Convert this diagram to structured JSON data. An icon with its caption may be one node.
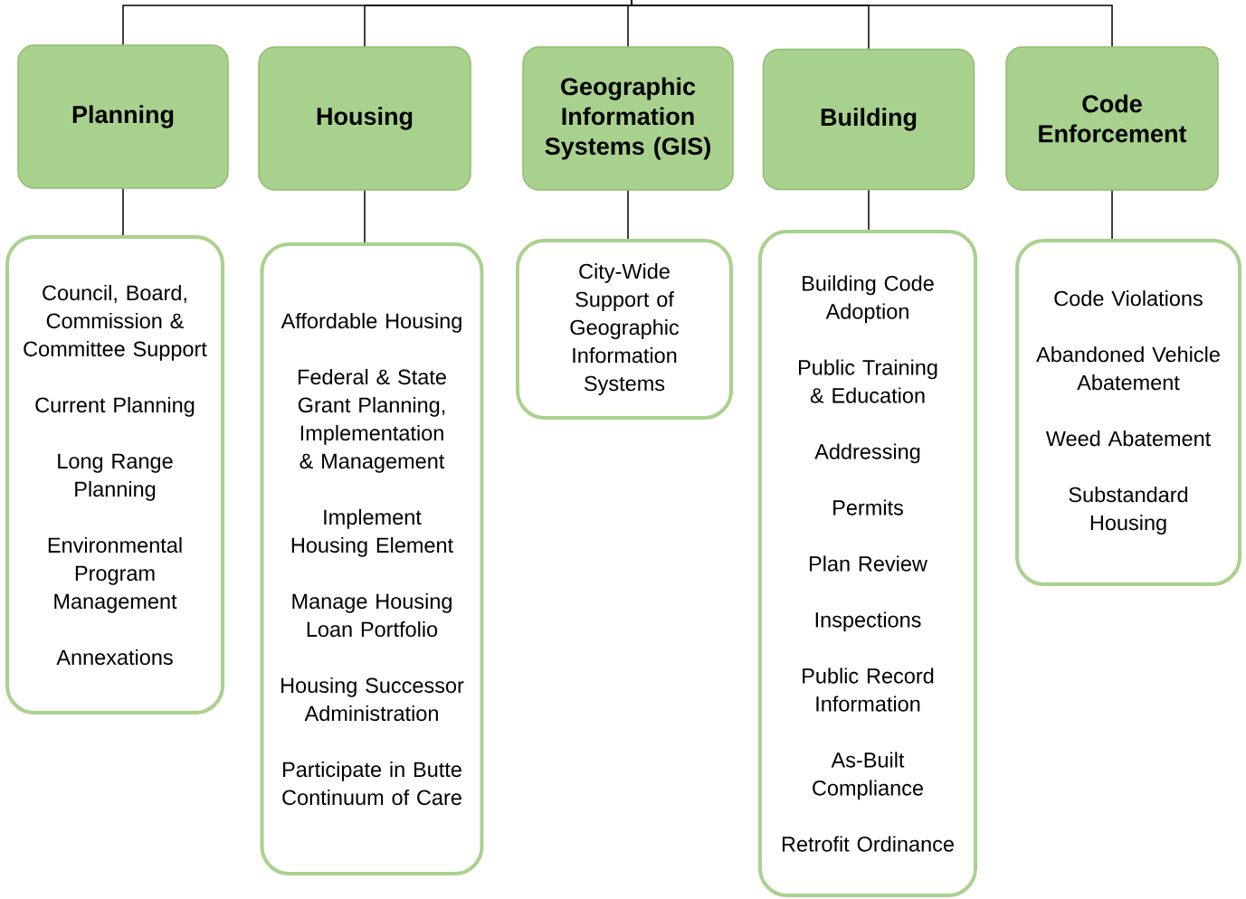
{
  "diagram": {
    "nodes": [
      {
        "text": [
          "Planning"
        ]
      },
      {
        "text": [
          "Housing"
        ]
      },
      {
        "text": [
          "Geographic Information Systems (GIS)"
        ]
      },
      {
        "text": [
          "Building"
        ]
      },
      {
        "text": [
          "Code Enforcement"
        ]
      },
      {
        "text": [
          "Council, Board, Commission & Committee Support",
          "Current Planning",
          "Long Range Planning",
          "Environmental Program Management",
          "Annexations"
        ]
      },
      {
        "text": [
          "Affordable Housing",
          "Federal & State Grant Planning, Implementation & Management",
          "Implement Housing Element",
          "Manage Housing Loan Portfolio",
          "Housing Successor Administration",
          "Participate in Butte Continuum of Care"
        ]
      },
      {
        "text": [
          "City-Wide Support of Geographic Information Systems"
        ]
      },
      {
        "text": [
          "Building Code Adoption",
          "Public Training & Education",
          "Addressing",
          "Permits",
          "Plan Review",
          "Inspections",
          "Public Record Information",
          "As-Built Compliance",
          "Retrofit Ordinance"
        ]
      },
      {
        "text": [
          "Code Violations",
          "Abandoned Vehicle Abatement",
          "Weed Abatement",
          "Substandard Housing"
        ]
      }
    ],
    "edges": [
      {
        "from": null,
        "to": 0,
        "arrow": "none"
      },
      {
        "from": null,
        "to": 1,
        "arrow": "none"
      },
      {
        "from": null,
        "to": 2,
        "arrow": "none"
      },
      {
        "from": null,
        "to": 3,
        "arrow": "none"
      },
      {
        "from": null,
        "to": 4,
        "arrow": "none"
      },
      {
        "from": 0,
        "to": 5,
        "arrow": "none"
      },
      {
        "from": 1,
        "to": 6,
        "arrow": "none"
      },
      {
        "from": 2,
        "to": 7,
        "arrow": "none"
      },
      {
        "from": 3,
        "to": 8,
        "arrow": "none"
      },
      {
        "from": 4,
        "to": 9,
        "arrow": "none"
      }
    ]
  }
}
